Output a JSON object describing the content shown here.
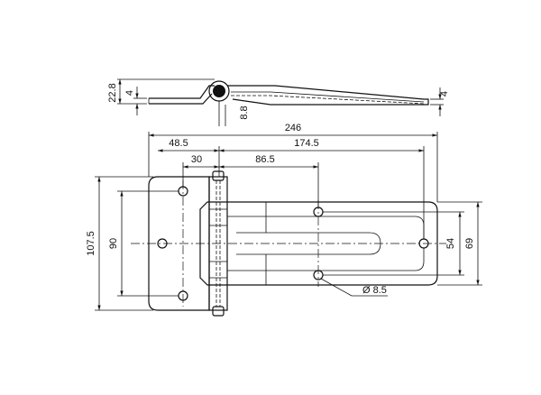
{
  "dimensions": {
    "overall_length": "246",
    "hinge_offset": "48.5",
    "leaf_length": "174.5",
    "hole_offset_left": "30",
    "hole_offset_right": "86.5",
    "overall_height": "107.5",
    "hole_spacing_vertical": "90",
    "leaf_height": "69",
    "leaf_hole_spacing": "54",
    "side_height": "22.8",
    "side_thickness_left": "4",
    "side_thickness_right": "4",
    "pin_offset": "8.8",
    "hole_diameter": "Ø 8.5"
  }
}
